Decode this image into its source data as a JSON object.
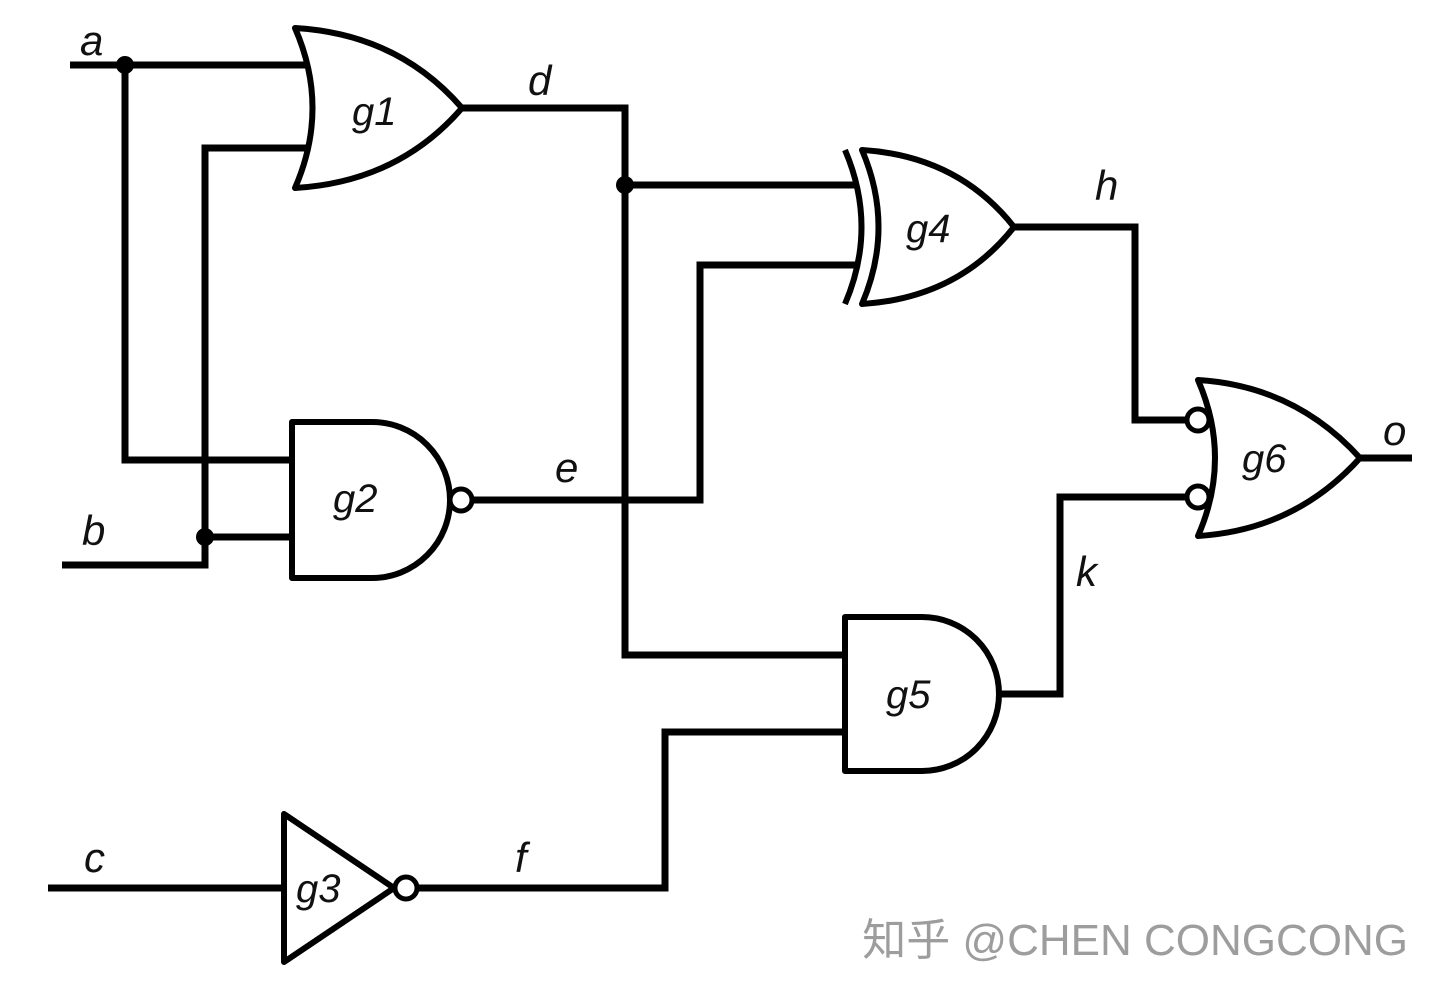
{
  "signals": {
    "a": "a",
    "b": "b",
    "c": "c",
    "d": "d",
    "e": "e",
    "f": "f",
    "h": "h",
    "k": "k",
    "o": "o"
  },
  "gates": {
    "g1": {
      "label": "g1",
      "type": "OR",
      "inputs": [
        "a",
        "b"
      ],
      "output": "d"
    },
    "g2": {
      "label": "g2",
      "type": "NAND",
      "inputs": [
        "a",
        "b"
      ],
      "output": "e"
    },
    "g3": {
      "label": "g3",
      "type": "NOT",
      "inputs": [
        "c"
      ],
      "output": "f"
    },
    "g4": {
      "label": "g4",
      "type": "XOR",
      "inputs": [
        "d",
        "e"
      ],
      "output": "h"
    },
    "g5": {
      "label": "g5",
      "type": "AND",
      "inputs": [
        "d",
        "f"
      ],
      "output": "k"
    },
    "g6": {
      "label": "g6",
      "type": "OR-inverted-inputs",
      "inputs": [
        "h",
        "k"
      ],
      "output": "o"
    }
  },
  "watermark": {
    "text": "知乎 @CHEN CONGCONG"
  },
  "colors": {
    "line": "#000000",
    "background": "#ffffff",
    "watermark": "#9d9d9d"
  }
}
